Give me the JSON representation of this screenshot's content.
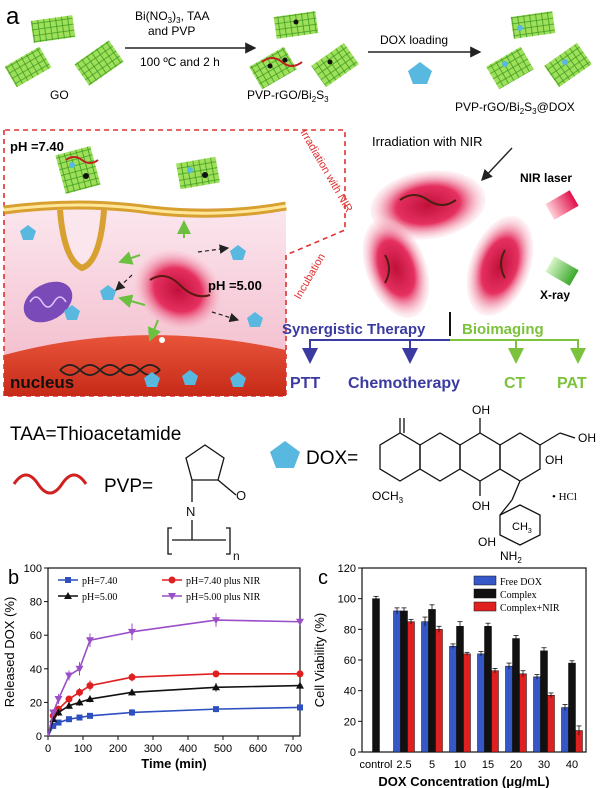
{
  "panel_a": {
    "label": "a",
    "reagents_line1": "Bi(NO",
    "reagents_line1_sub": "3",
    "reagents_line1_tail": ")",
    "reagents_line1_sub2": "3",
    "reagents_line1_end": ", TAA",
    "reagents_line2": "and PVP",
    "conditions": "100 ºC and 2 h",
    "go_label": "GO",
    "product1_pre": "PVP-rGO/Bi",
    "product1_s1": "2",
    "product1_mid": "S",
    "product1_s2": "3",
    "dox_loading": "DOX loading",
    "product2_pre": "PVP-rGO/Bi",
    "product2_s1": "2",
    "product2_mid": "S",
    "product2_s2": "3",
    "product2_end": "@DOX",
    "irradiation": "Irradiation with NIR",
    "ph_extracellular": "pH =7.40",
    "ph_intracellular": "pH =5.00",
    "irradiation_diag": "Irradiation with NIR",
    "incubation": "Incubation",
    "nucleus": "nucleus",
    "nir_laser": "NIR laser",
    "xray": "X-ray",
    "synergistic": "Synergistic Therapy",
    "bioimaging": "Bioimaging",
    "ptt": "PTT",
    "chemo": "Chemotherapy",
    "ct": "CT",
    "pat": "PAT"
  },
  "legend_block": {
    "taa": "TAA=Thioacetamide",
    "pvp": "PVP=",
    "dox": "DOX=",
    "hcl": "• HCl",
    "och3": "OCH",
    "och3_sub": "3",
    "oh": "OH",
    "ch3": "CH",
    "ch3_sub": "3",
    "nh2": "NH",
    "nh2_sub": "2",
    "n": "N",
    "o": "O",
    "n_index": "n"
  },
  "colors": {
    "blue_series": "#2d4fc0",
    "black_series": "#111111",
    "red_series": "#e02020",
    "purple_series": "#9a4fc8",
    "synergy": "#3b3aa0",
    "bioimaging": "#7cc23c",
    "dashed_red": "#e03030"
  },
  "chart_data": [
    {
      "type": "line",
      "panel": "b",
      "xlabel": "Time (min)",
      "ylabel": "Released DOX (%)",
      "xlim": [
        0,
        720
      ],
      "ylim": [
        0,
        100
      ],
      "xticks": [
        0,
        100,
        200,
        300,
        400,
        500,
        600,
        700
      ],
      "yticks": [
        0,
        20,
        40,
        60,
        80,
        100
      ],
      "legend_position": "top",
      "series": [
        {
          "name": "pH=7.40",
          "color": "#2d4fc0",
          "marker": "square",
          "x": [
            0,
            15,
            30,
            60,
            90,
            120,
            240,
            480,
            720
          ],
          "y": [
            0,
            6,
            8,
            10,
            11,
            12,
            14,
            16,
            17
          ],
          "err": [
            0,
            1,
            1,
            1,
            1,
            1.5,
            2,
            1.5,
            1
          ]
        },
        {
          "name": "pH=7.40 plus NIR",
          "color": "#e02020",
          "marker": "circle",
          "x": [
            0,
            15,
            30,
            60,
            90,
            120,
            240,
            480,
            720
          ],
          "y": [
            0,
            12,
            16,
            22,
            26,
            30,
            35,
            37,
            37
          ],
          "err": [
            0,
            1.5,
            2,
            2,
            2.5,
            3,
            2.5,
            2,
            1
          ]
        },
        {
          "name": "pH=5.00",
          "color": "#111111",
          "marker": "triangle",
          "x": [
            0,
            15,
            30,
            60,
            90,
            120,
            240,
            480,
            720
          ],
          "y": [
            0,
            10,
            14,
            18,
            20,
            22,
            26,
            29,
            30
          ],
          "err": [
            0,
            1.5,
            2,
            2,
            2,
            2,
            2,
            2.5,
            1
          ]
        },
        {
          "name": "pH=5.00 plus NIR",
          "color": "#9a4fc8",
          "marker": "triangle-down",
          "x": [
            0,
            15,
            30,
            60,
            90,
            120,
            240,
            480,
            720
          ],
          "y": [
            0,
            14,
            22,
            36,
            40,
            57,
            62,
            69,
            68
          ],
          "err": [
            0,
            2,
            3,
            3,
            4,
            4,
            5,
            4,
            1
          ]
        }
      ]
    },
    {
      "type": "bar",
      "panel": "c",
      "xlabel": "DOX Concentration (μg/mL)",
      "ylabel": "Cell Viability (%)",
      "ylim": [
        0,
        120
      ],
      "yticks": [
        0,
        20,
        40,
        60,
        80,
        100,
        120
      ],
      "legend_position": "top-right",
      "categories": [
        "control",
        "2.5",
        "5",
        "10",
        "15",
        "20",
        "30",
        "40"
      ],
      "series": [
        {
          "name": "Free DOX",
          "color": "#3557c8",
          "values": [
            null,
            92,
            85,
            69,
            64,
            56,
            49,
            29
          ],
          "err": [
            null,
            2,
            3,
            1.5,
            1.5,
            2,
            1.5,
            2
          ]
        },
        {
          "name": "Complex",
          "color": "#111111",
          "values": [
            100,
            92,
            93,
            82,
            82,
            74,
            66,
            58
          ],
          "err": [
            1.5,
            2,
            3,
            3,
            2,
            2,
            2,
            1.5
          ]
        },
        {
          "name": "Complex+NIR",
          "color": "#e02020",
          "values": [
            null,
            85,
            80,
            64,
            53,
            51,
            37,
            14
          ],
          "err": [
            null,
            1.5,
            2,
            1,
            1.5,
            2,
            1.5,
            3
          ]
        }
      ]
    }
  ]
}
